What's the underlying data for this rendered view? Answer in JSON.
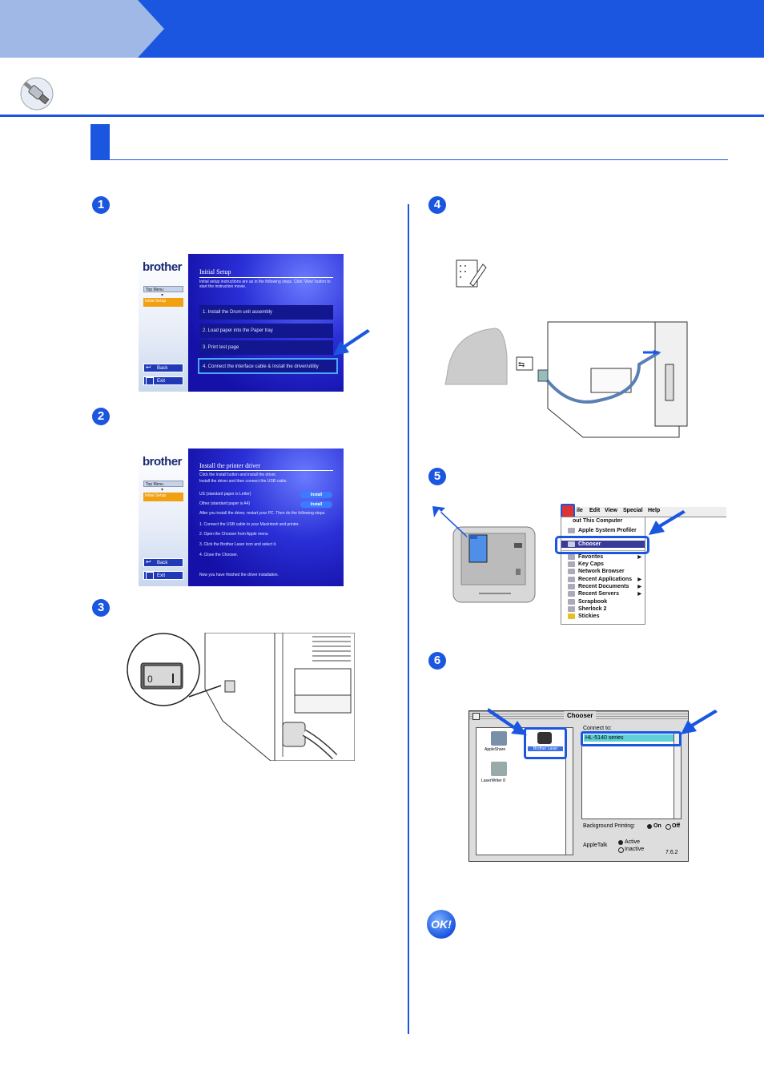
{
  "steps": [
    "1",
    "2",
    "3",
    "4",
    "5",
    "6"
  ],
  "screen1": {
    "logo": "brother",
    "nav_top": "Top Menu",
    "nav_current": "Initial Setup",
    "title": "Initial Setup",
    "intro": "Initial setup instructions are as in the following steps. Click 'View' button to start the instruction movie.",
    "items": [
      "1. Install the Drum unit assembly",
      "2. Load paper into the Paper tray",
      "3. Print test page",
      "4. Connect the interface cable & Install the driver/utility"
    ],
    "back": "Back",
    "exit": "Exit"
  },
  "screen2": {
    "logo": "brother",
    "nav_top": "Top Menu",
    "nav_current": "Initial Setup",
    "title": "Install the printer driver",
    "intro1": "Click the Install button and install the driver.",
    "intro2": "Install the driver and then connect the USB cable.",
    "opt1": "US (standard paper is Letter)",
    "opt2": "Other (standard paper is A4)",
    "install": "Install",
    "after": "After you install the driver, restart your PC. Then do the following steps.",
    "s1": "1. Connect the USB cable to your Macintosh and printer.",
    "s2": "2. Open the Chooser from Apple menu",
    "s3": "3. Click the Brother Laser icon and select it.",
    "s4": "4. Close the Chooser.",
    "done": "Now you have finished the driver installation.",
    "back": "Back",
    "exit": "Exit"
  },
  "applemenu": {
    "menubar": [
      "ile",
      "Edit",
      "View",
      "Special",
      "Help"
    ],
    "items": [
      {
        "label": "out This Computer",
        "sub": false
      },
      {
        "label": "Apple System Profiler",
        "sub": false
      },
      {
        "label": "Chooser",
        "sub": false
      },
      {
        "label": "Favorites",
        "sub": true
      },
      {
        "label": "Key Caps",
        "sub": false
      },
      {
        "label": "Network Browser",
        "sub": false
      },
      {
        "label": "Recent Applications",
        "sub": true
      },
      {
        "label": "Recent Documents",
        "sub": true
      },
      {
        "label": "Recent Servers",
        "sub": true
      },
      {
        "label": "Scrapbook",
        "sub": false
      },
      {
        "label": "Sherlock 2",
        "sub": false
      },
      {
        "label": "Stickies",
        "sub": false
      }
    ]
  },
  "chooser": {
    "title": "Chooser",
    "icons": [
      "AppleShare",
      "Brother Laser",
      "LaserWriter 8"
    ],
    "connect_to": "Connect to:",
    "printer": "HL-5140 series",
    "bg_label": "Background Printing:",
    "on": "On",
    "off": "Off",
    "appletalk": "AppleTalk",
    "active": "Active",
    "inactive": "Inactive",
    "version": "7.6.2"
  },
  "ok": "OK!",
  "colors": {
    "accent": "#1a56e0",
    "tab": "#9fb8e6",
    "orange": "#f0a010"
  }
}
